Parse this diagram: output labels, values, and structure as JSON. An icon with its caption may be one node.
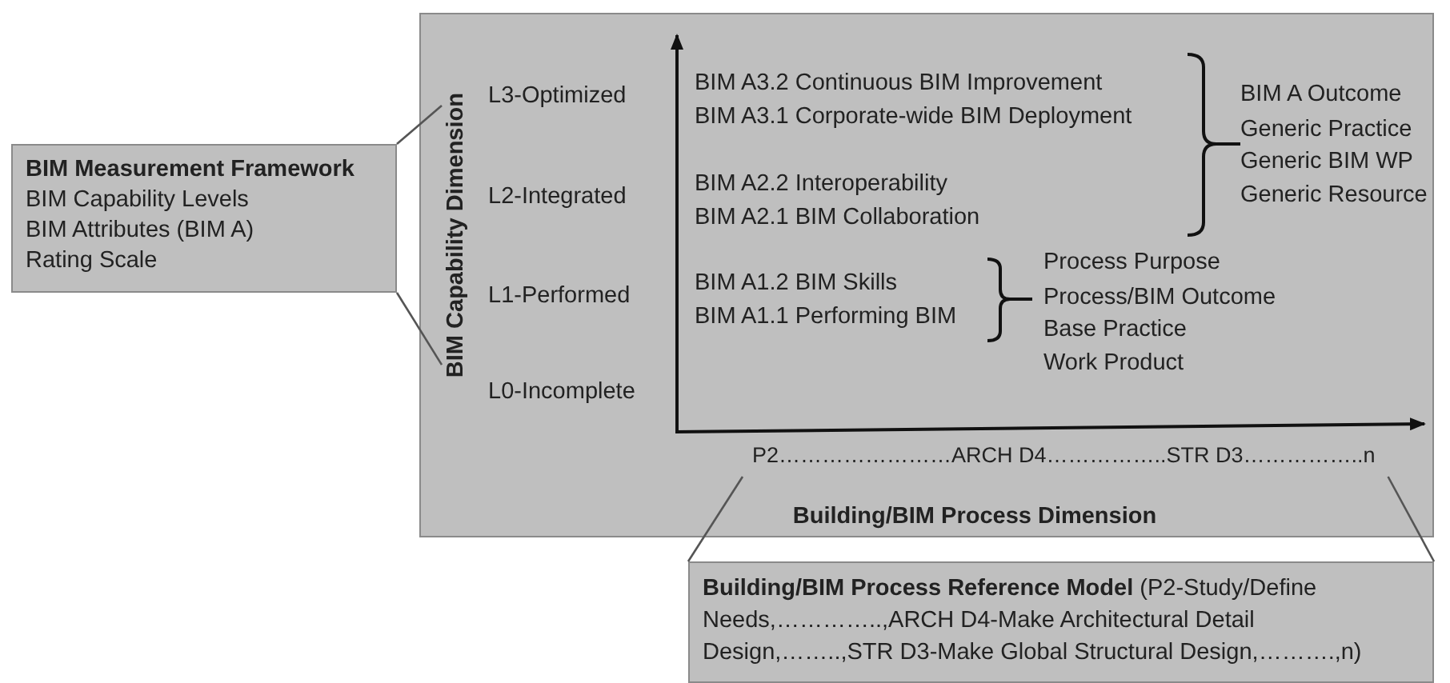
{
  "diagram": {
    "nodes": [
      {
        "text": [],
        "shape": "box"
      },
      {
        "text": [
          "BIM Capability Dimension"
        ],
        "in": 0
      },
      {
        "text": [
          "P2……………………ARCH D4……………..STR D3……………..n"
        ],
        "in": 0
      },
      {
        "text": [
          "BIM Measurement Framework",
          "BIM Capability Levels",
          "BIM Attributes (BIM A)",
          "Rating Scale"
        ]
      },
      {
        "text": [
          "**Building/BIM Process Reference Model** (P2-Study/Define Needs,…………..,ARCH D4-Make Architectural Detail Design,……..,STR D3-Make Global Structural Design,……….,n)"
        ]
      }
    ],
    "edges": [
      {
        "from": 3,
        "to": 1,
        "arrow": "none"
      },
      {
        "from": 3,
        "to": 1,
        "arrow": "none"
      },
      {
        "from": 4,
        "to": 2,
        "arrow": "none"
      },
      {
        "from": 4,
        "to": 2,
        "arrow": "none"
      }
    ],
    "labels": [
      "L3-Optimized",
      "L2-Integrated",
      "L1-Performed",
      "L0-Incomplete",
      "BIM A3.2 Continuous BIM Improvement",
      "BIM A3.1 Corporate-wide BIM Deployment",
      "BIM A2.2 Interoperability",
      "BIM A2.1 BIM Collaboration",
      "BIM A1.2 BIM Skills",
      "BIM A1.1 Performing BIM",
      "BIM A Outcome",
      "Generic Practice",
      "Generic BIM WP",
      "Generic Resource",
      "Process Purpose",
      "Process/BIM Outcome",
      "Base Practice",
      "Work Product",
      "Building/BIM Process Dimension"
    ]
  }
}
